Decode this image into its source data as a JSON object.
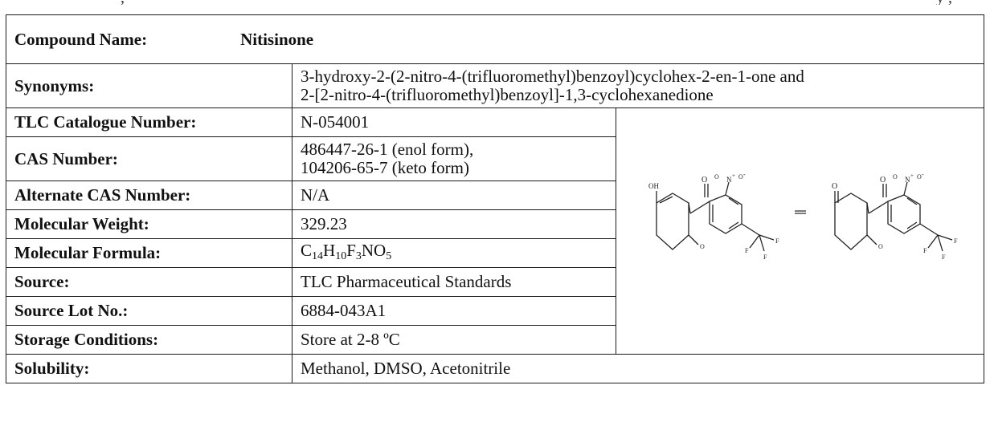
{
  "header": {
    "label": "Compound Name:",
    "value": "Nitisinone"
  },
  "rows": [
    {
      "label": "Synonyms:",
      "value": "3-hydroxy-2-(2-nitro-4-(trifluoromethyl)benzoyl)cyclohex-2-en-1-one and",
      "value2": "2-[2-nitro-4-(trifluoromethyl)benzoyl]-1,3-cyclohexanedione"
    },
    {
      "label": "TLC Catalogue Number:",
      "value": "N-054001"
    },
    {
      "label": "CAS Number:",
      "value": "486447-26-1 (enol form),",
      "value2": "104206-65-7 (keto form)"
    },
    {
      "label": "Alternate CAS Number:",
      "value": "N/A"
    },
    {
      "label": "Molecular Weight:",
      "value": "329.23"
    },
    {
      "label": "Molecular Formula:",
      "formula": {
        "c": "C",
        "c_n": "14",
        "h": "H",
        "h_n": "10",
        "f": "F",
        "f_n": "3",
        "rest": "NO",
        "o_n": "5"
      }
    },
    {
      "label": "Source:",
      "value": "TLC Pharmaceutical Standards"
    },
    {
      "label": "Source Lot No.:",
      "value": "6884-043A1"
    },
    {
      "label": "Storage Conditions:",
      "value": "Store at 2-8 ºC"
    },
    {
      "label": "Solubility:",
      "value": "Methanol, DMSO, Acetonitrile"
    }
  ],
  "structure": {
    "atoms": {
      "oh": "OH",
      "o": "O",
      "n": "N",
      "plus": "+",
      "minus": "-",
      "f": "F"
    }
  }
}
